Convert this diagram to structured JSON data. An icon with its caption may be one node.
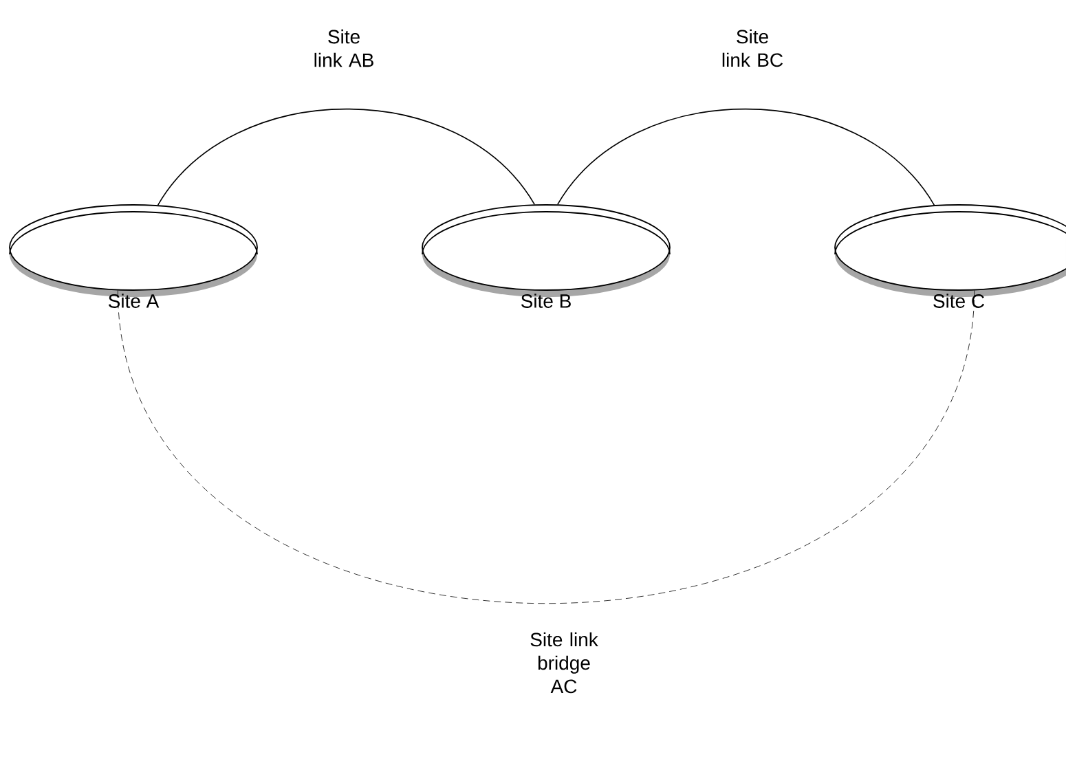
{
  "diagram": {
    "nodes": [
      {
        "text": [
          "Site A"
        ]
      },
      {
        "text": [
          "Site B"
        ]
      },
      {
        "text": [
          "Site C"
        ]
      }
    ],
    "edges": [
      {
        "from": 0,
        "to": 1,
        "arrow": "none",
        "label": "Site link AB"
      },
      {
        "from": 1,
        "to": 2,
        "arrow": "none",
        "label": "Site link BC"
      },
      {
        "from": 0,
        "to": 2,
        "arrow": "none",
        "label": "Site link bridge AC",
        "style": "dashed"
      }
    ]
  }
}
